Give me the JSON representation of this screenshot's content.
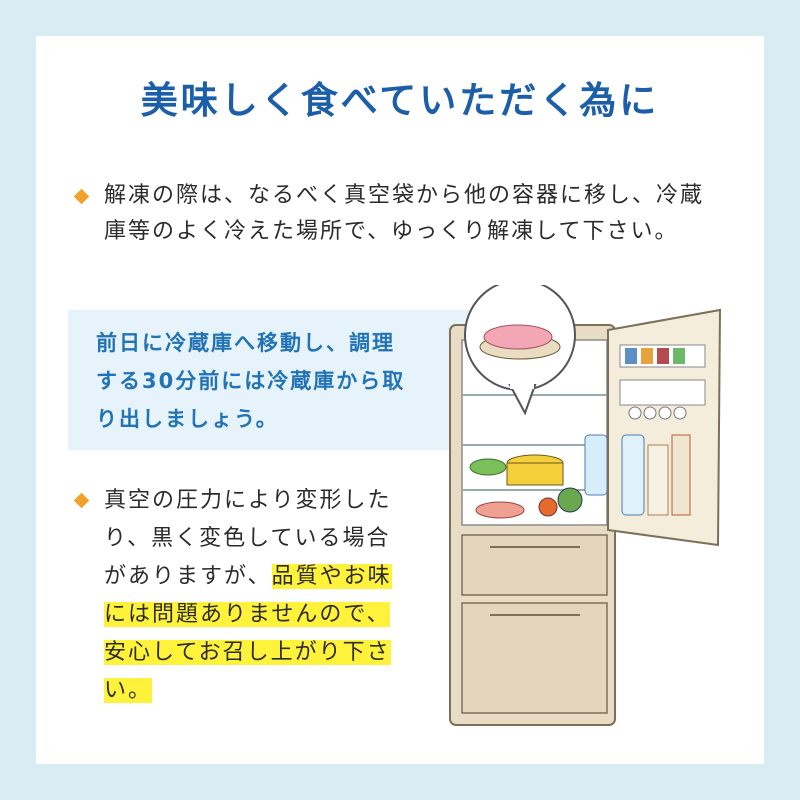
{
  "title": "美味しく食べていただく為に",
  "paragraph1": "解凍の際は、なるべく真空袋から他の容器に移し、冷蔵庫等のよく冷えた場所で、ゆっくり解凍して下さい。",
  "note": "前日に冷蔵庫へ移動し、調理する30分前には冷蔵庫から取り出しましょう。",
  "paragraph2_plain": "真空の圧力により変形したり、黒く変色している場合がありますが、",
  "paragraph2_highlight": "品質やお味には問題ありませんので、安心してお召し上がり下さい。",
  "colors": {
    "title": "#1c5fa8",
    "note_text": "#2273b6",
    "note_bg": "#e6f3fb",
    "highlight": "#fff23a",
    "bullet": "#f2a229",
    "page_bg": "#d9ecf3"
  },
  "icons": [
    "diamond-bullet-icon",
    "fridge-illustration",
    "meat-plate-bubble"
  ]
}
